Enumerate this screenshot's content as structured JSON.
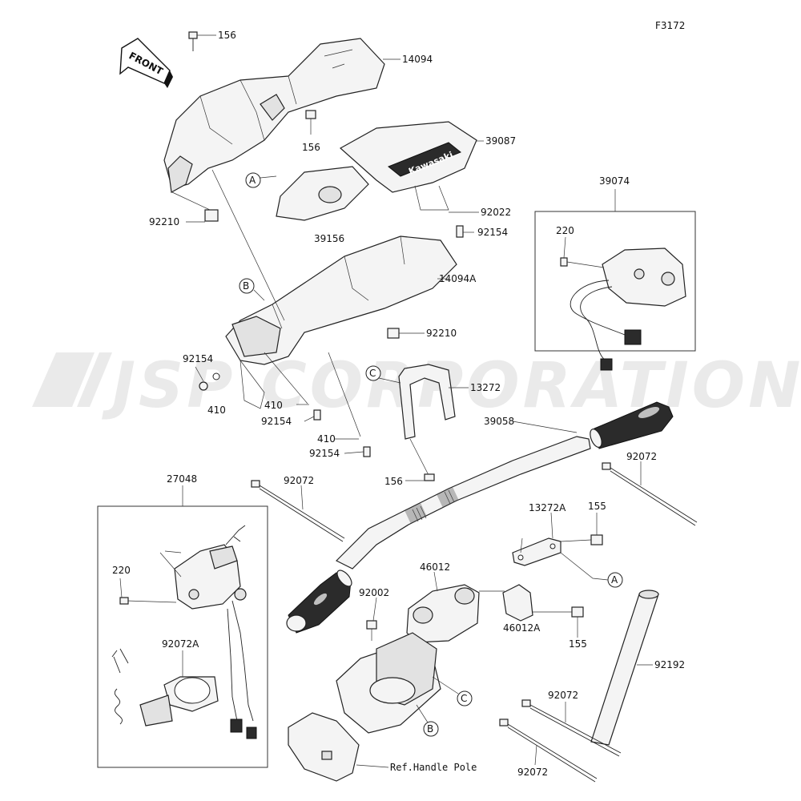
{
  "figure_code": "F3172",
  "front_arrow": "FRONT",
  "watermark": "JSP CORPORATION",
  "brand_decal": "Kawasaki",
  "reference_label": "Ref.Handle Pole",
  "callouts": {
    "a": "A",
    "b": "B",
    "c": "C"
  },
  "parts": {
    "p156_top": "156",
    "p14094": "14094",
    "p156_mid": "156",
    "p39087": "39087",
    "p92210_left": "92210",
    "p39156": "39156",
    "p92022": "92022",
    "p92154_top": "92154",
    "p14094A": "14094A",
    "p92210_mid": "92210",
    "p92154_left": "92154",
    "p410_left": "410",
    "p410_mid": "410",
    "p92154_mid": "92154",
    "p410_low": "410",
    "p92154_low": "92154",
    "p13272": "13272",
    "p156_low": "156",
    "p39058": "39058",
    "p92072_right": "92072",
    "p27048": "27048",
    "p92072_left": "92072",
    "p13272A": "13272A",
    "p155_top": "155",
    "p220_left": "220",
    "p46012": "46012",
    "p92002": "92002",
    "p46012A": "46012A",
    "p155_low": "155",
    "p92192": "92192",
    "p92072A": "92072A",
    "p92072_bot1": "92072",
    "p92072_bot2": "92072",
    "p39074": "39074",
    "p220_right": "220"
  }
}
